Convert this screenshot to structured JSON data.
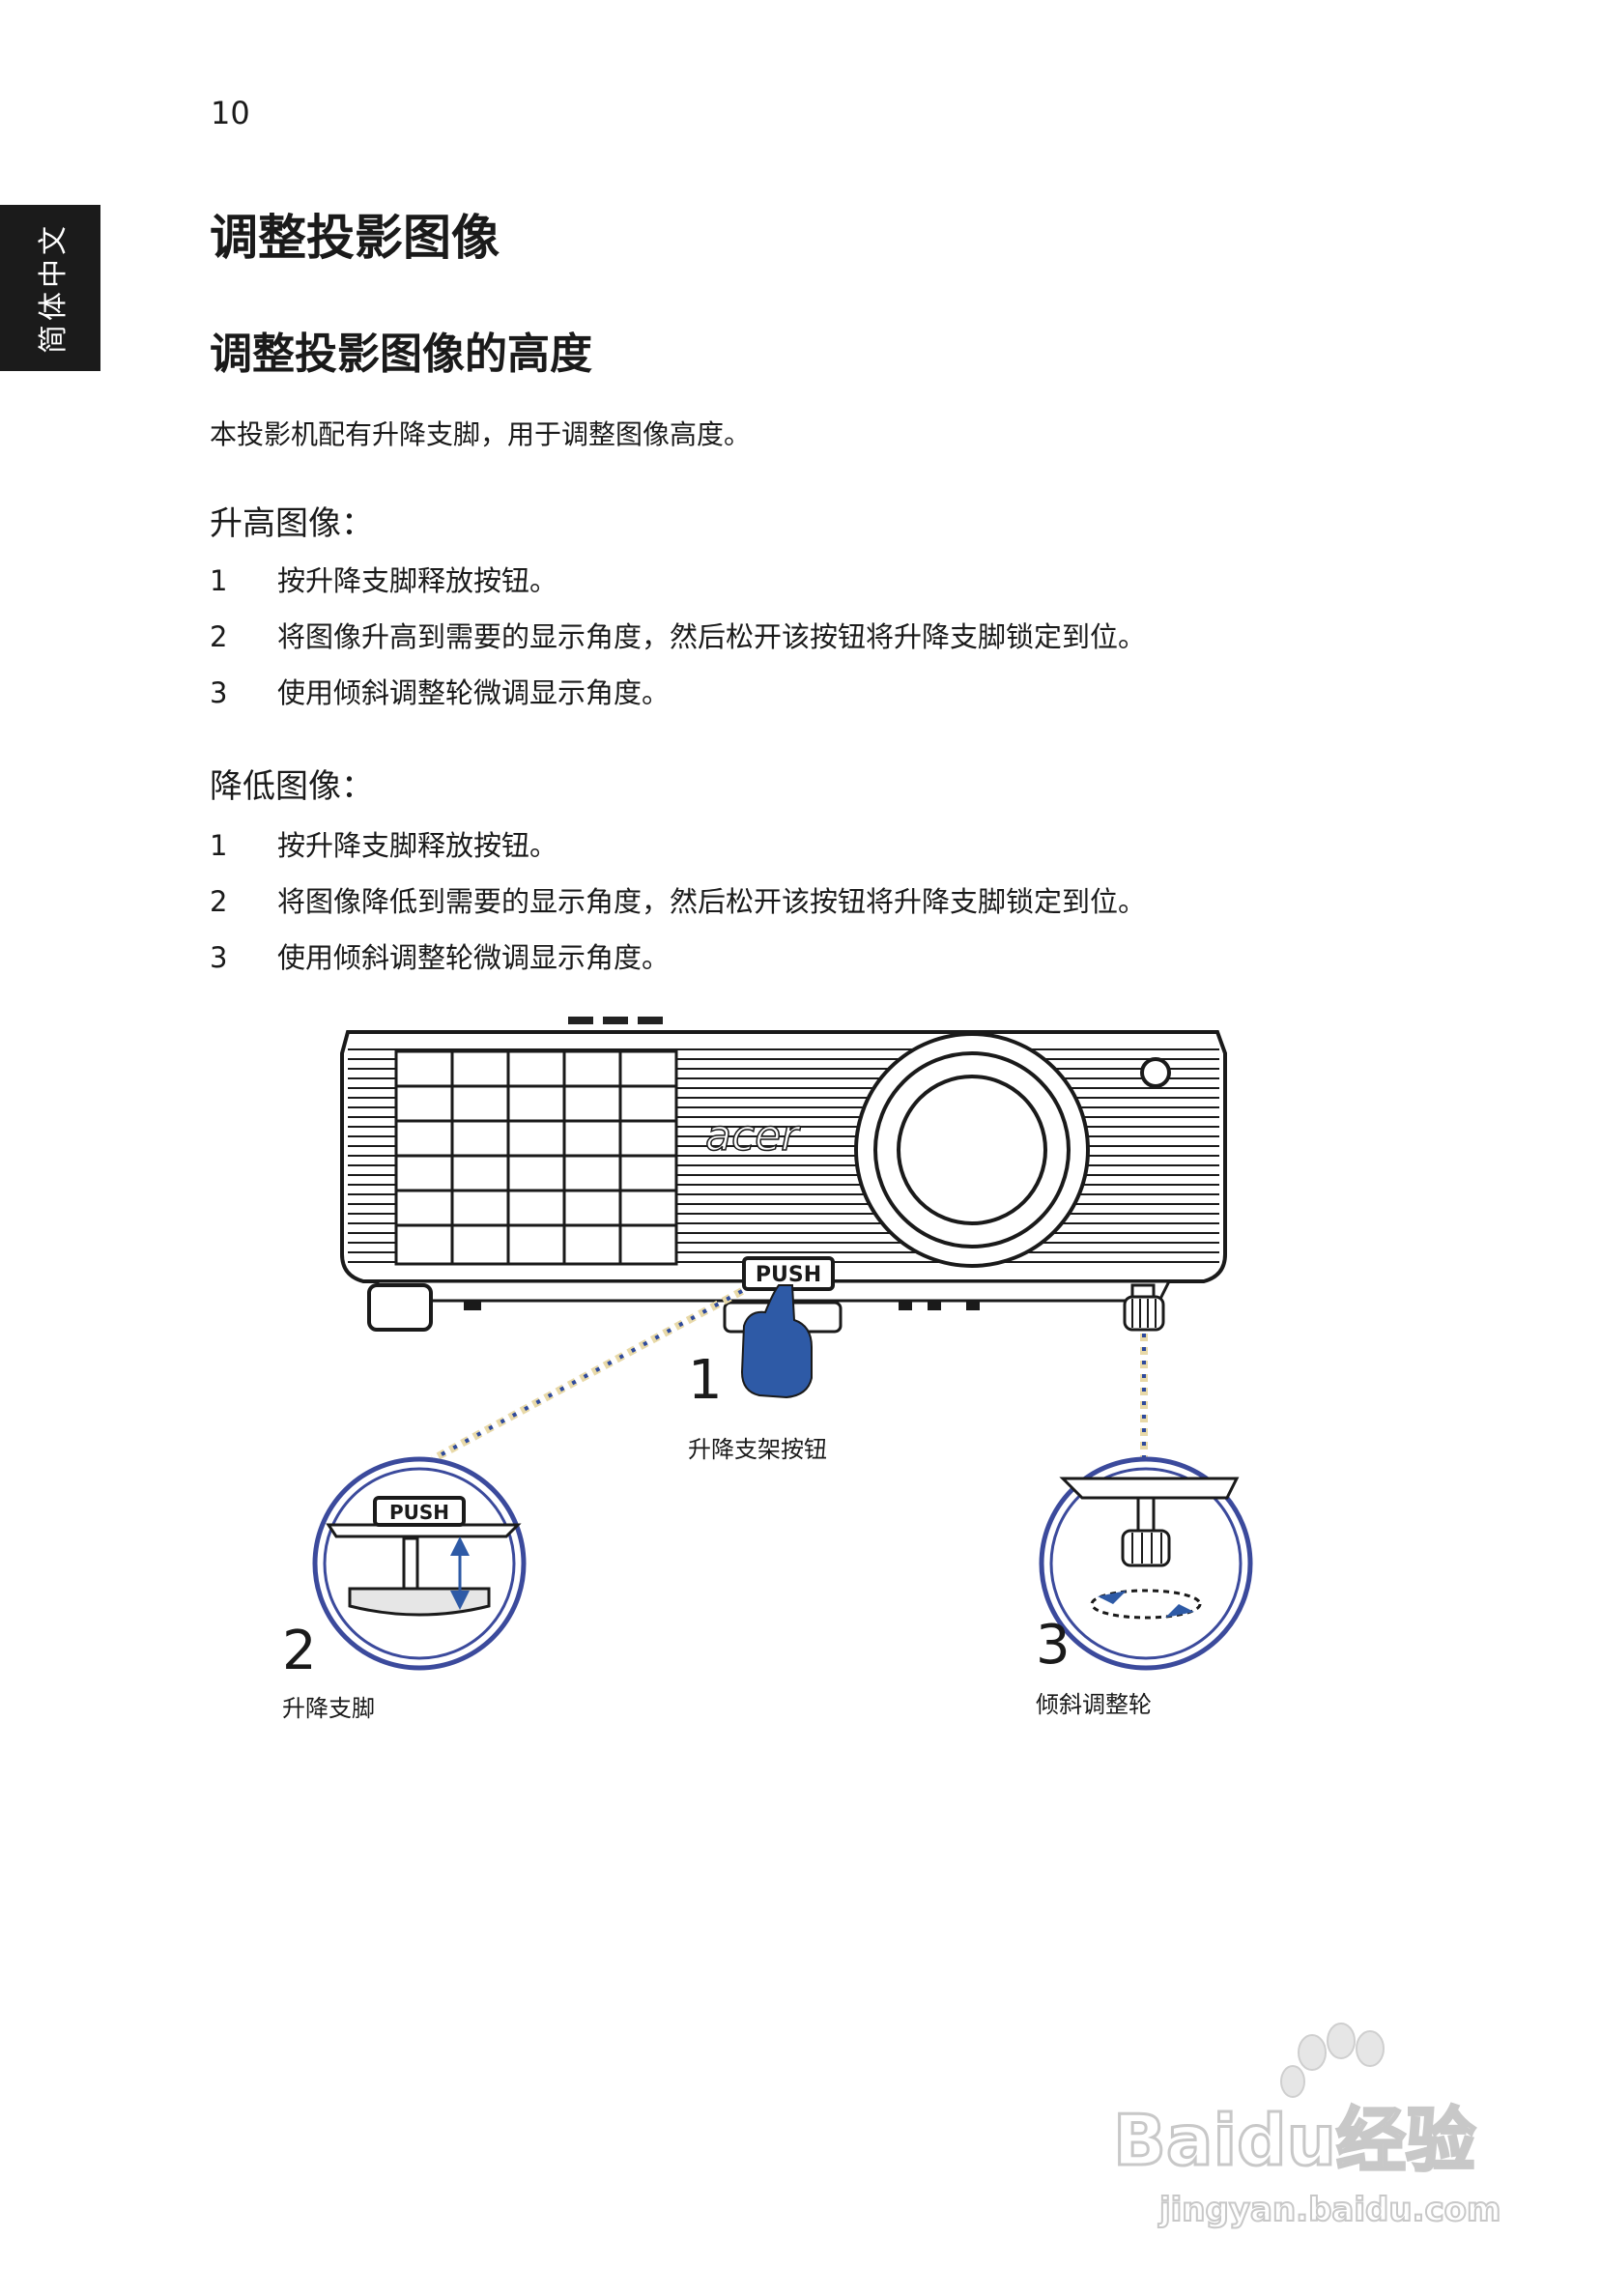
{
  "page_number": "10",
  "side_tab": "简体中文",
  "title": "调整投影图像",
  "section_title": "调整投影图像的高度",
  "intro": "本投影机配有升降支脚，用于调整图像高度。",
  "raise": {
    "heading": "升高图像：",
    "steps": [
      {
        "num": "1",
        "text": "按升降支脚释放按钮。"
      },
      {
        "num": "2",
        "text": "将图像升高到需要的显示角度，然后松开该按钮将升降支脚锁定到位。"
      },
      {
        "num": "3",
        "text": "使用倾斜调整轮微调显示角度。"
      }
    ]
  },
  "lower": {
    "heading": "降低图像：",
    "steps": [
      {
        "num": "1",
        "text": "按升降支脚释放按钮。"
      },
      {
        "num": "2",
        "text": "将图像降低到需要的显示角度，然后松开该按钮将升降支脚锁定到位。"
      },
      {
        "num": "3",
        "text": "使用倾斜调整轮微调显示角度。"
      }
    ]
  },
  "figure": {
    "brand": "acer",
    "push_label": "PUSH",
    "callout1": {
      "num": "1",
      "caption": "升降支架按钮"
    },
    "callout2": {
      "num": "2",
      "caption": "升降支脚"
    },
    "callout3": {
      "num": "3",
      "caption": "倾斜调整轮"
    }
  },
  "watermark": {
    "brand": "Baidu经验",
    "url": "jingyan.baidu.com"
  },
  "colors": {
    "accent_blue": "#2e5aa6",
    "circle_blue": "#3b4a9c",
    "dot_tan": "#e8d9a8",
    "dark_tab": "#1b1b1b"
  }
}
